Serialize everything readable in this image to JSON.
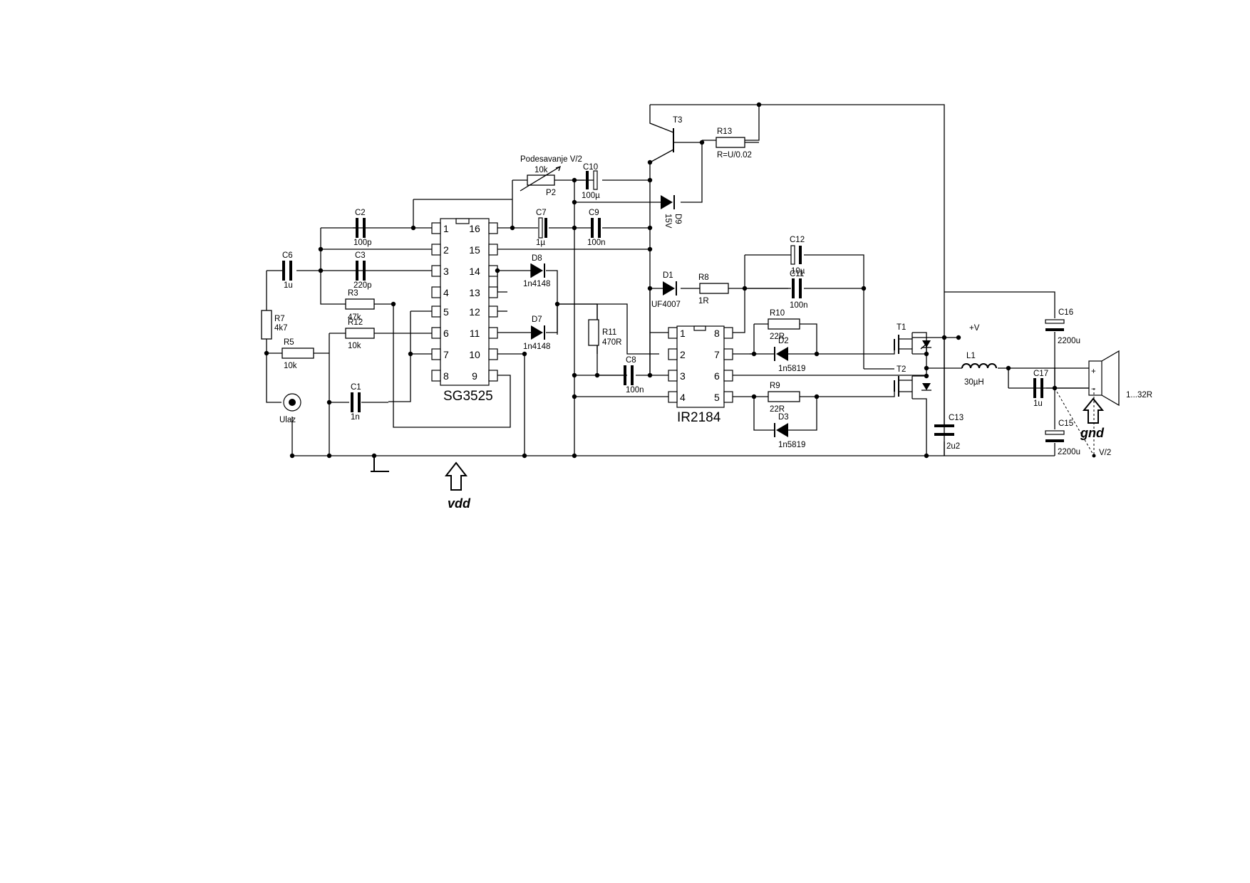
{
  "chips": {
    "sg3525": {
      "name": "SG3525",
      "left_pins": [
        "1",
        "2",
        "3",
        "4",
        "5",
        "6",
        "7",
        "8"
      ],
      "right_pins": [
        "16",
        "15",
        "14",
        "13",
        "12",
        "11",
        "10",
        "9"
      ]
    },
    "ir2184": {
      "name": "IR2184",
      "left_pins": [
        "1",
        "2",
        "3",
        "4"
      ],
      "right_pins": [
        "8",
        "7",
        "6",
        "5"
      ]
    }
  },
  "labels": {
    "C2": "C2",
    "C2v": "100p",
    "C6": "C6",
    "C6v": "1u",
    "C3": "C3",
    "C3v": "220p",
    "R3": "R3",
    "R3v": "47k",
    "R12": "R12",
    "R12v": "10k",
    "R7": "R7",
    "R7v": "4k7",
    "R5": "R5",
    "R5v": "10k",
    "C1": "C1",
    "C1v": "1n",
    "ulaz": "Ulaz",
    "pot_title": "Podesavanje V/2",
    "P2v": "10k",
    "P2": "P2",
    "C10": "C10",
    "C10v": "100µ",
    "C7": "C7",
    "C7v": "1µ",
    "C9": "C9",
    "C9v": "100n",
    "T3": "T3",
    "R13": "R13",
    "R13v": "R=U/0.02",
    "D9": "D9",
    "D9v": "15V",
    "D8": "D8",
    "D8v": "1n4148",
    "D7": "D7",
    "D7v": "1n4148",
    "R11": "R11",
    "R11v": "470R",
    "C8": "C8",
    "C8v": "100n",
    "D1": "D1",
    "D1v": "UF4007",
    "R8": "R8",
    "R8v": "1R",
    "C12": "C12",
    "C12v": "10µ",
    "C11": "C11",
    "C11v": "100n",
    "R10": "R10",
    "R10v": "22R",
    "D2": "D2",
    "D2v": "1n5819",
    "R9": "R9",
    "R9v": "22R",
    "D3": "D3",
    "D3v": "1n5819",
    "T1": "T1",
    "T2": "T2",
    "plusV": "+V",
    "L1": "L1",
    "L1v": "30µH",
    "C13": "C13",
    "C13v": "2u2",
    "C16": "C16",
    "C16v": "2200u",
    "C15": "C15",
    "C15v": "2200u",
    "C17": "C17",
    "C17v": "1u",
    "spk_plus": "+",
    "spk_minus": "−",
    "spk": "1...32R",
    "v2": "V/2",
    "vdd": "vdd",
    "gnd": "gnd"
  }
}
